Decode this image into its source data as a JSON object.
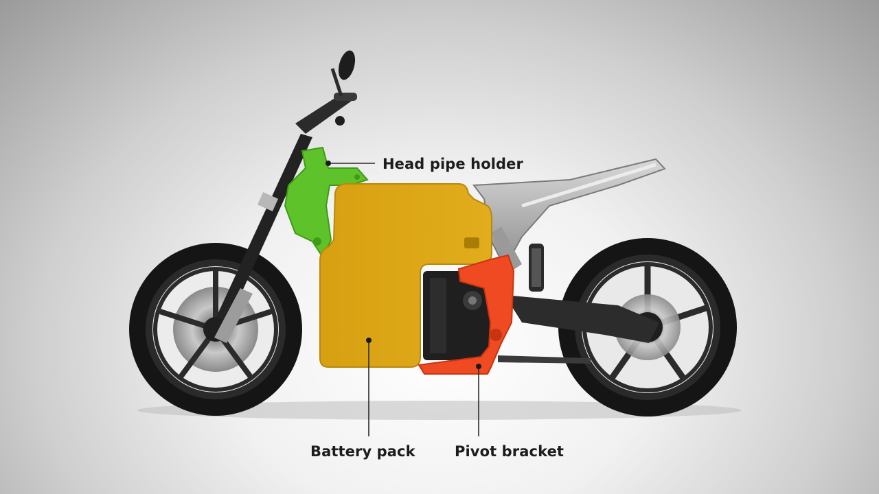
{
  "callouts": {
    "head_pipe_holder": "Head pipe holder",
    "battery_pack": "Battery pack",
    "pivot_bracket": "Pivot bracket"
  },
  "colors": {
    "head_pipe_holder": "#5ec22a",
    "battery_pack": "#d9a313",
    "pivot_bracket": "#f04a22",
    "subframe": "#a9a9a9",
    "tire": "#1a1a1a",
    "background": "#e7e7e7"
  }
}
